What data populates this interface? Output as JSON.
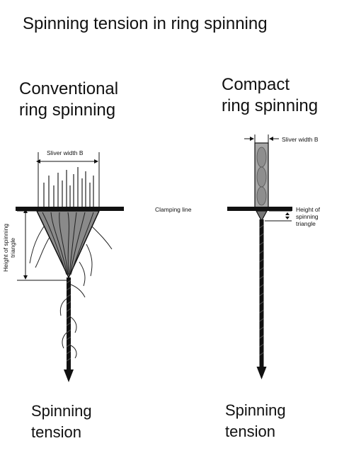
{
  "title": "Spinning tension in ring spinning",
  "conventional": {
    "title_line1": "Conventional",
    "title_line2": "ring spinning",
    "sliver_width_label": "Sliver width B",
    "height_label_line1": "Height of spinning",
    "height_label_line2": "triangle",
    "bottom_line1": "Spinning",
    "bottom_line2": "tension"
  },
  "clamping_line_label": "Clamping line",
  "compact": {
    "title_line1": "Compact",
    "title_line2": "ring spinning",
    "sliver_width_label": "Sliver width B",
    "height_label_line1": "Height of",
    "height_label_line2": "spinning",
    "height_label_line3": "triangle",
    "bottom_line1": "Spinning",
    "bottom_line2": "tension"
  },
  "colors": {
    "ink": "#111111",
    "fiber_fill": "#8a8a8a",
    "compact_fill": "#a6a6a6"
  }
}
